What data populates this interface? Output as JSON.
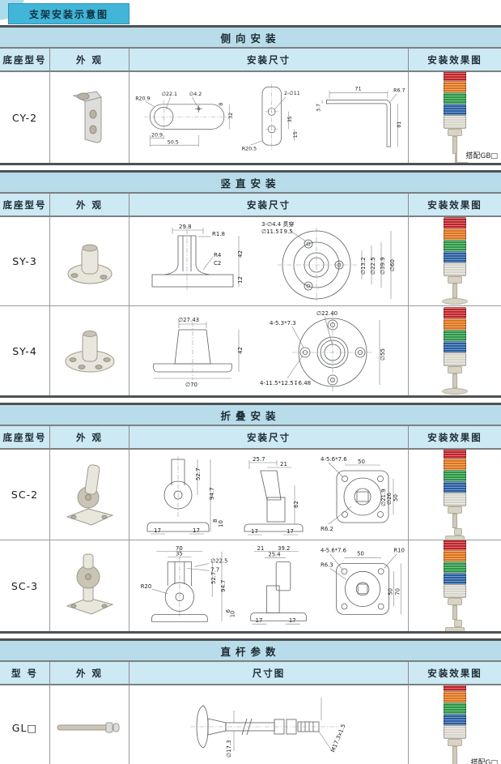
{
  "page": {
    "tab_title": "支架安装示意图"
  },
  "palette": {
    "tab_bg": "#41b6d9",
    "section_header_bg": "#b9dcea",
    "column_header_bg": "#cde9f3",
    "border_dark": "#4e5254",
    "tower_red": "#c8252c",
    "tower_orange": "#e87a1e",
    "tower_green": "#2f9e49",
    "tower_blue": "#2b62a8",
    "tower_clear": "#e4e1d7",
    "tower_base_beige": "#d9d3c3"
  },
  "sections": [
    {
      "title": "侧向安装",
      "columns": [
        "底座型号",
        "外 观",
        "安装尺寸",
        "安装效果图"
      ],
      "rows": [
        {
          "model": "CY-2",
          "effect_caption": "搭配GB□",
          "views": [
            {
              "labels": [
                "R20.9",
                "∅22.1",
                "∅4.2",
                "8",
                "32",
                "20.9",
                "50.5"
              ]
            },
            {
              "labels": [
                "2-∅11",
                "35",
                "15",
                "R20.5"
              ]
            },
            {
              "labels": [
                "71",
                "R6.7",
                "3.7",
                "81"
              ]
            }
          ]
        }
      ]
    },
    {
      "title": "竖直安装",
      "columns": [
        "底座型号",
        "外 观",
        "安装尺寸",
        "安装效果图"
      ],
      "rows": [
        {
          "model": "SY-3",
          "views": [
            {
              "labels": [
                "29.8",
                "R1.8",
                "R4",
                "C2",
                "42",
                "12"
              ]
            },
            {
              "labels": [
                "3-∅4.4 贯穿",
                "∅11.5↧9.5",
                "∅13.2",
                "∅22.5",
                "∅39.9",
                "∅60"
              ]
            }
          ]
        },
        {
          "model": "SY-4",
          "views": [
            {
              "labels": [
                "∅27.43",
                "42",
                "∅70"
              ]
            },
            {
              "labels": [
                "∅22.40",
                "4-5.3*7.3",
                "4-11.5*12.5↧6.48",
                "∅55"
              ]
            }
          ]
        }
      ]
    },
    {
      "title": "折叠安装",
      "columns": [
        "底座型号",
        "外 观",
        "安装尺寸",
        "安装效果图"
      ],
      "rows": [
        {
          "model": "SC-2",
          "views": [
            {
              "labels": [
                "52.7",
                "94.7",
                "17",
                "17",
                "8",
                "10"
              ]
            },
            {
              "labels": [
                "25.7",
                "21",
                "62",
                "17",
                "17"
              ]
            },
            {
              "labels": [
                "4-5.6*7.6",
                "50",
                "∅21.9",
                "∅26",
                "50",
                "R6.2"
              ]
            }
          ]
        },
        {
          "model": "SC-3",
          "views": [
            {
              "labels": [
                "70",
                "35",
                "∅22.5",
                "7.7",
                "R20",
                "52.7",
                "94.7",
                "6",
                "10"
              ]
            },
            {
              "labels": [
                "21",
                "39.2",
                "25.4",
                "17",
                "17"
              ]
            },
            {
              "labels": [
                "4-5.6*7.6",
                "50",
                "R10",
                "R6.3",
                "50",
                "70"
              ]
            }
          ]
        }
      ]
    },
    {
      "title": "直杆参数",
      "columns": [
        "型 号",
        "外 观",
        "尺寸图",
        "安装效果图"
      ],
      "rows": [
        {
          "model": "GL□",
          "effect_caption": "搭配G□",
          "views": [
            {
              "labels": [
                "∅17.3",
                "M17.3x1.5"
              ]
            }
          ]
        }
      ]
    }
  ]
}
